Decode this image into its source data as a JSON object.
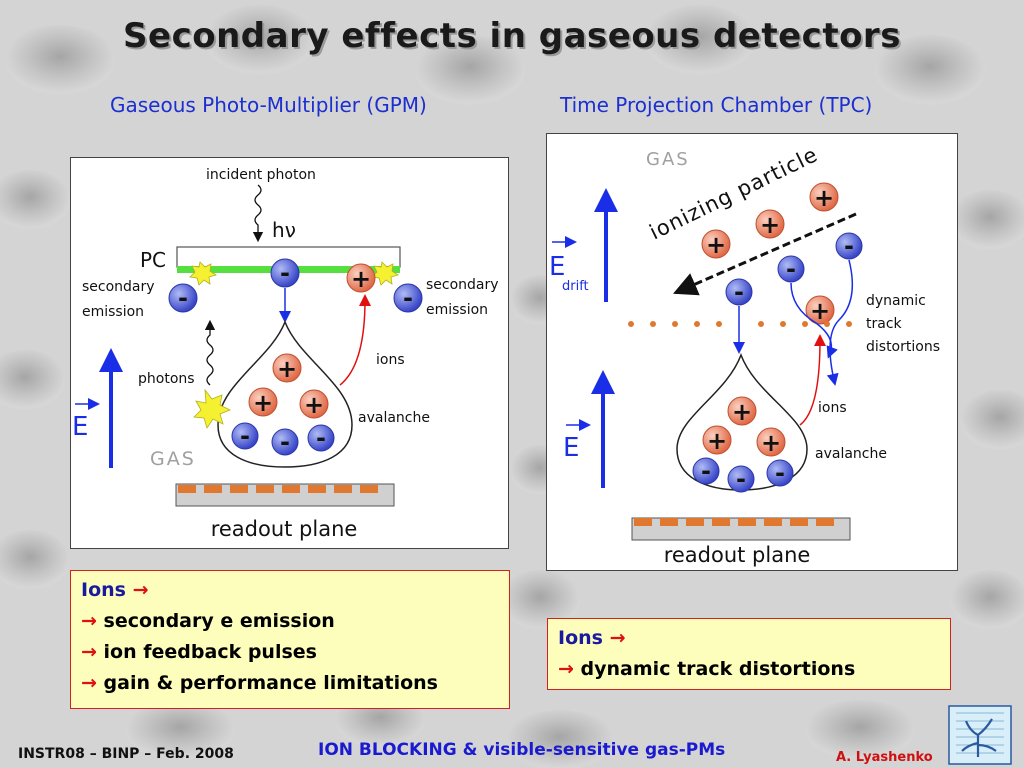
{
  "title": "Secondary effects in gaseous detectors",
  "gpm": {
    "heading": "Gaseous Photo-Multiplier (GPM)",
    "incident_photon": "incident photon",
    "h": "h",
    "nu": "ν",
    "pc": "PC",
    "secondary_emission_left": [
      "secondary",
      "emission"
    ],
    "secondary_emission_right": [
      "secondary",
      "emission"
    ],
    "photons": "photons",
    "ions": "ions",
    "avalanche": "avalanche",
    "e_field": "E",
    "gas": "GAS",
    "readout": "readout plane"
  },
  "tpc": {
    "heading": "Time Projection Chamber (TPC)",
    "gas": "GAS",
    "ionizing_particle": "ionizing particle",
    "e_drift": "E",
    "drift": "drift",
    "dynamic_track_distortions": [
      "dynamic",
      "track",
      "distortions"
    ],
    "ions": "ions",
    "avalanche": "avalanche",
    "e_field": "E",
    "readout": "readout plane"
  },
  "charges": {
    "plus": "+",
    "minus": "-"
  },
  "box_gpm": {
    "head": "Ions",
    "arrow": "→",
    "items": [
      "secondary e emission",
      "ion feedback pulses",
      "gain & performance limitations"
    ]
  },
  "box_tpc": {
    "head": "Ions",
    "arrow": "→",
    "items": [
      "dynamic track distortions"
    ]
  },
  "footer": {
    "left": "INSTR08 – BINP – Feb. 2008",
    "center": "ION BLOCKING & visible-sensitive gas-PMs",
    "right": "A. Lyashenko"
  },
  "colors": {
    "title_shadow": "#9a9a9a",
    "subtitle": "#1c2fd0",
    "field_arrow": "#1a2ee8",
    "ion_fill": "#f08060",
    "electron_fill": "#4a5bd8",
    "photocathode": "#55e040",
    "readout_pad": "#e07830",
    "box_fill": "#fefebc",
    "box_border": "#d02020",
    "footer_center": "#1a1ad0",
    "footer_right": "#d01010"
  }
}
